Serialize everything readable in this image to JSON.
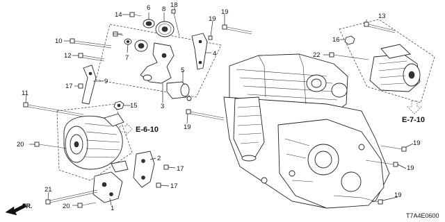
{
  "diagram": {
    "callouts": {
      "c1": "1",
      "c2": "2",
      "c3": "3",
      "c4": "4",
      "c5": "5",
      "c6": "6",
      "c7": "7",
      "c8": "8",
      "c9": "9",
      "c10": "10",
      "c11": "11",
      "c12": "12",
      "c13": "13",
      "c14": "14",
      "c15": "15",
      "c16": "16",
      "c17a": "17",
      "c17b": "17",
      "c17c": "17",
      "c18": "18",
      "c19a": "19",
      "c19b": "19",
      "c19c": "19",
      "c19d": "19",
      "c19e": "19",
      "c19f": "19",
      "c20a": "20",
      "c20b": "20",
      "c21": "21",
      "c22": "22"
    },
    "references": {
      "e610": "E-6-10",
      "e710": "E-7-10",
      "front": "FR."
    },
    "diagram_code": "T7A4E0600"
  }
}
